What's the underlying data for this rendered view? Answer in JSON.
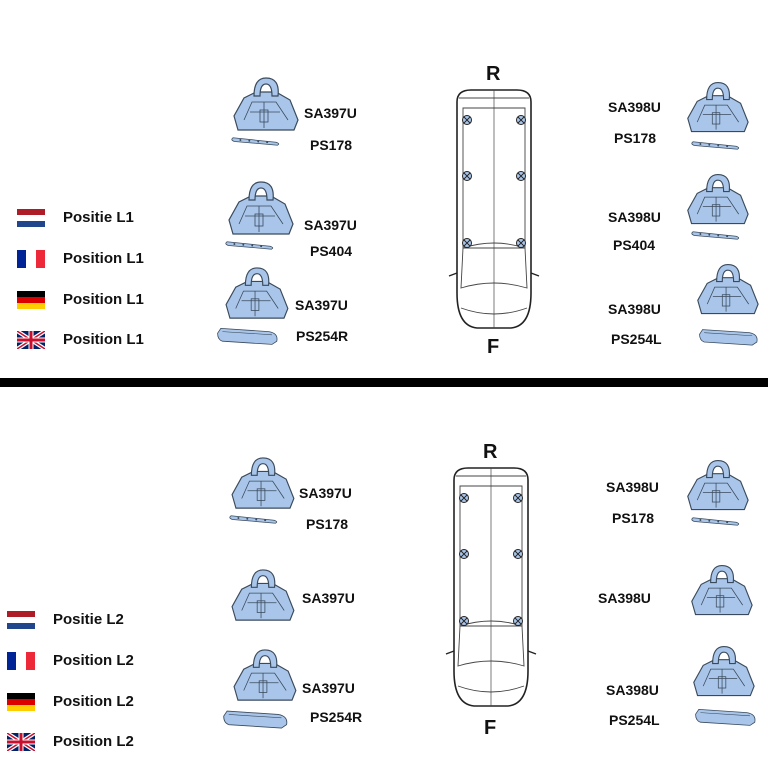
{
  "colors": {
    "part": "#a9c6ea",
    "outline": "#3a4a5c",
    "divider": "#000000"
  },
  "sections": [
    {
      "name": "L1",
      "rear_label": "R",
      "front_label": "F",
      "legend": [
        {
          "flag": "nl",
          "text": "Positie L1"
        },
        {
          "flag": "fr",
          "text": "Position L1"
        },
        {
          "flag": "de",
          "text": "Position L1"
        },
        {
          "flag": "gb",
          "text": "Position L1"
        }
      ],
      "left": [
        {
          "foot": "SA397U",
          "pad": "PS178"
        },
        {
          "foot": "SA397U",
          "pad": "PS404"
        },
        {
          "foot": "SA397U",
          "pad": "PS254R"
        }
      ],
      "right": [
        {
          "foot": "SA398U",
          "pad": "PS178"
        },
        {
          "foot": "SA398U",
          "pad": "PS404"
        },
        {
          "foot": "SA398U",
          "pad": "PS254L"
        }
      ]
    },
    {
      "name": "L2",
      "rear_label": "R",
      "front_label": "F",
      "legend": [
        {
          "flag": "nl",
          "text": "Positie L2"
        },
        {
          "flag": "fr",
          "text": "Position L2"
        },
        {
          "flag": "de",
          "text": "Position L2"
        },
        {
          "flag": "gb",
          "text": "Position L2"
        }
      ],
      "left": [
        {
          "foot": "SA397U",
          "pad": "PS178"
        },
        {
          "foot": "SA397U"
        },
        {
          "foot": "SA397U",
          "pad": "PS254R"
        }
      ],
      "right": [
        {
          "foot": "SA398U",
          "pad": "PS178"
        },
        {
          "foot": "SA398U"
        },
        {
          "foot": "SA398U",
          "pad": "PS254L"
        }
      ]
    }
  ]
}
